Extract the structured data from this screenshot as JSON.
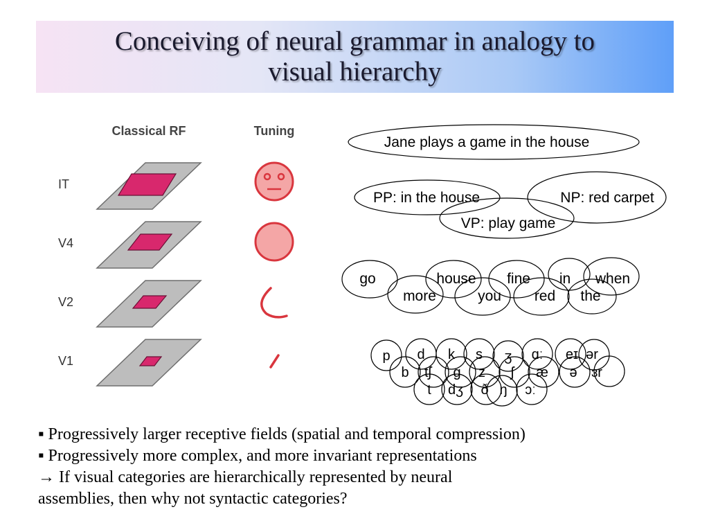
{
  "title": {
    "line1": "Conceiving of neural grammar in analogy to",
    "line2": "visual hierarchy"
  },
  "figure": {
    "col_rf": "Classical RF",
    "col_tuning": "Tuning",
    "rows": [
      "IT",
      "V4",
      "V2",
      "V1"
    ],
    "colors": {
      "plane": "#bdbdbd",
      "field": "#d8286d",
      "tuning": "#d9363e",
      "tuning_fill": "#f4a6a6"
    }
  },
  "sentence": "Jane plays a game in the house",
  "phrases": {
    "pp": "PP: in the house",
    "np": "NP: red carpet",
    "vp": "VP: play game"
  },
  "words": {
    "row1": [
      "go",
      "house",
      "fine",
      "in",
      "when"
    ],
    "row2": [
      "more",
      "you",
      "red",
      "the"
    ]
  },
  "phonemes": {
    "row1": [
      "p",
      "d",
      "k",
      "s",
      "ʒ",
      "ɑː",
      "eɪ",
      "ər"
    ],
    "row2": [
      "b",
      "tʃ",
      "g",
      "z",
      "ʃ",
      "æ",
      "ə",
      "ɜr"
    ],
    "row3": [
      "t",
      "dʒ",
      "ð",
      "ŋ",
      "ɔː"
    ]
  },
  "bullets": {
    "b1": "▪ Progressively larger receptive fields (spatial and temporal compression)",
    "b2": "▪ Progressively more complex, and more invariant representations",
    "b3": "→ If visual categories are hierarchically represented by neural",
    "b4": "assemblies, then why not syntactic categories?"
  }
}
